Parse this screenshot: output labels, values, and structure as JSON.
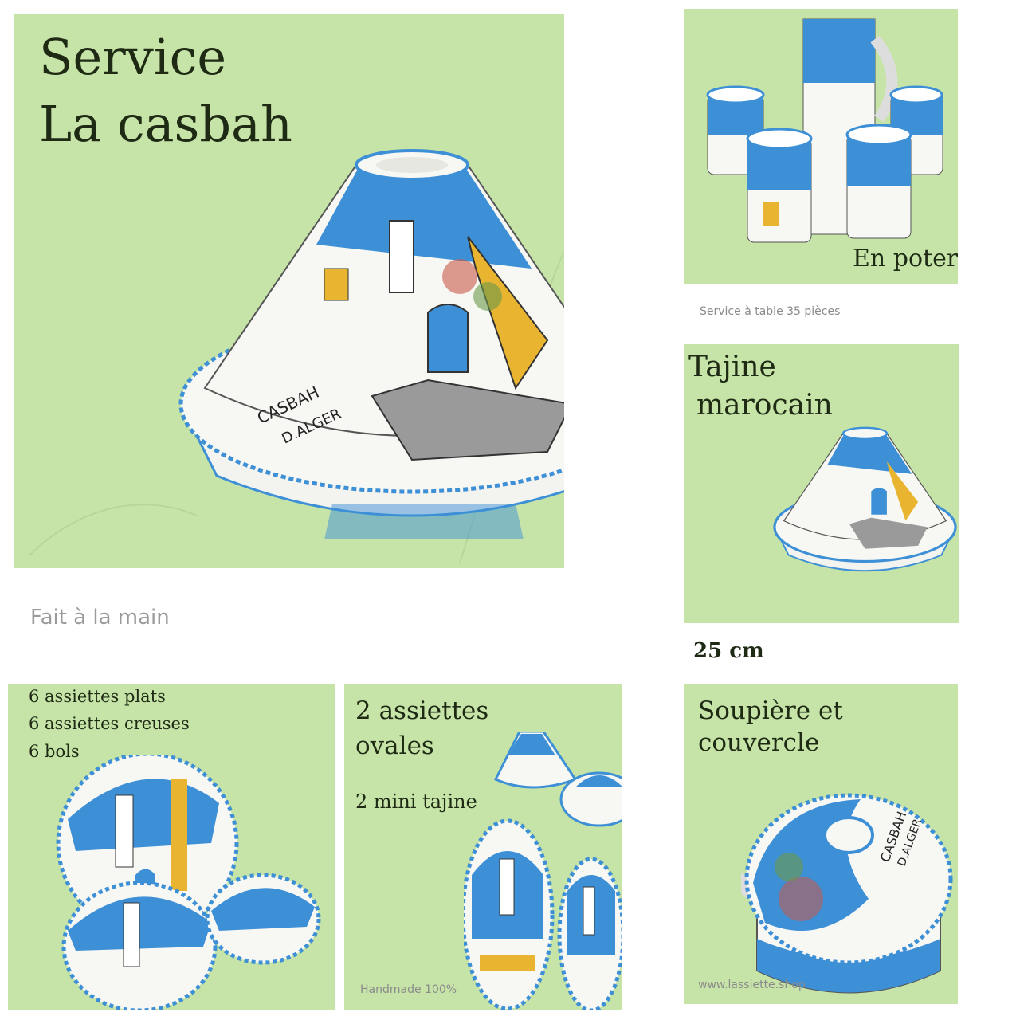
{
  "main_panel": {
    "title_line1": "Service",
    "title_line2": "La casbah"
  },
  "pottery_panel": {
    "label": "En poterie"
  },
  "pottery_caption": "Service à table 35 pièces",
  "handmade_caption": "Fait à la main",
  "tajine_panel": {
    "title_line1": "Tajine",
    "title_line2": "marocain"
  },
  "size_label": "25 cm",
  "plates_panel": {
    "line1": "6 assiettes plats",
    "line2": "6 assiettes creuses",
    "line3": "6 bols"
  },
  "oval_panel": {
    "title_line1": "2 assiettes",
    "title_line2": "ovales",
    "subtitle": "2 mini tajine"
  },
  "oval_caption": "Handmade 100%",
  "soup_panel": {
    "title_line1": "Soupière et",
    "title_line2": "couvercle"
  },
  "website": "www.lassiette.shop",
  "decor_text": {
    "line1": "CASBAH",
    "line2": "D.ALGER"
  },
  "colors": {
    "panel_green": "#c7e4a8",
    "ceramic_blue": "#3d8fd6",
    "ceramic_yellow": "#e9b531",
    "ceramic_white": "#f7f7f4"
  }
}
